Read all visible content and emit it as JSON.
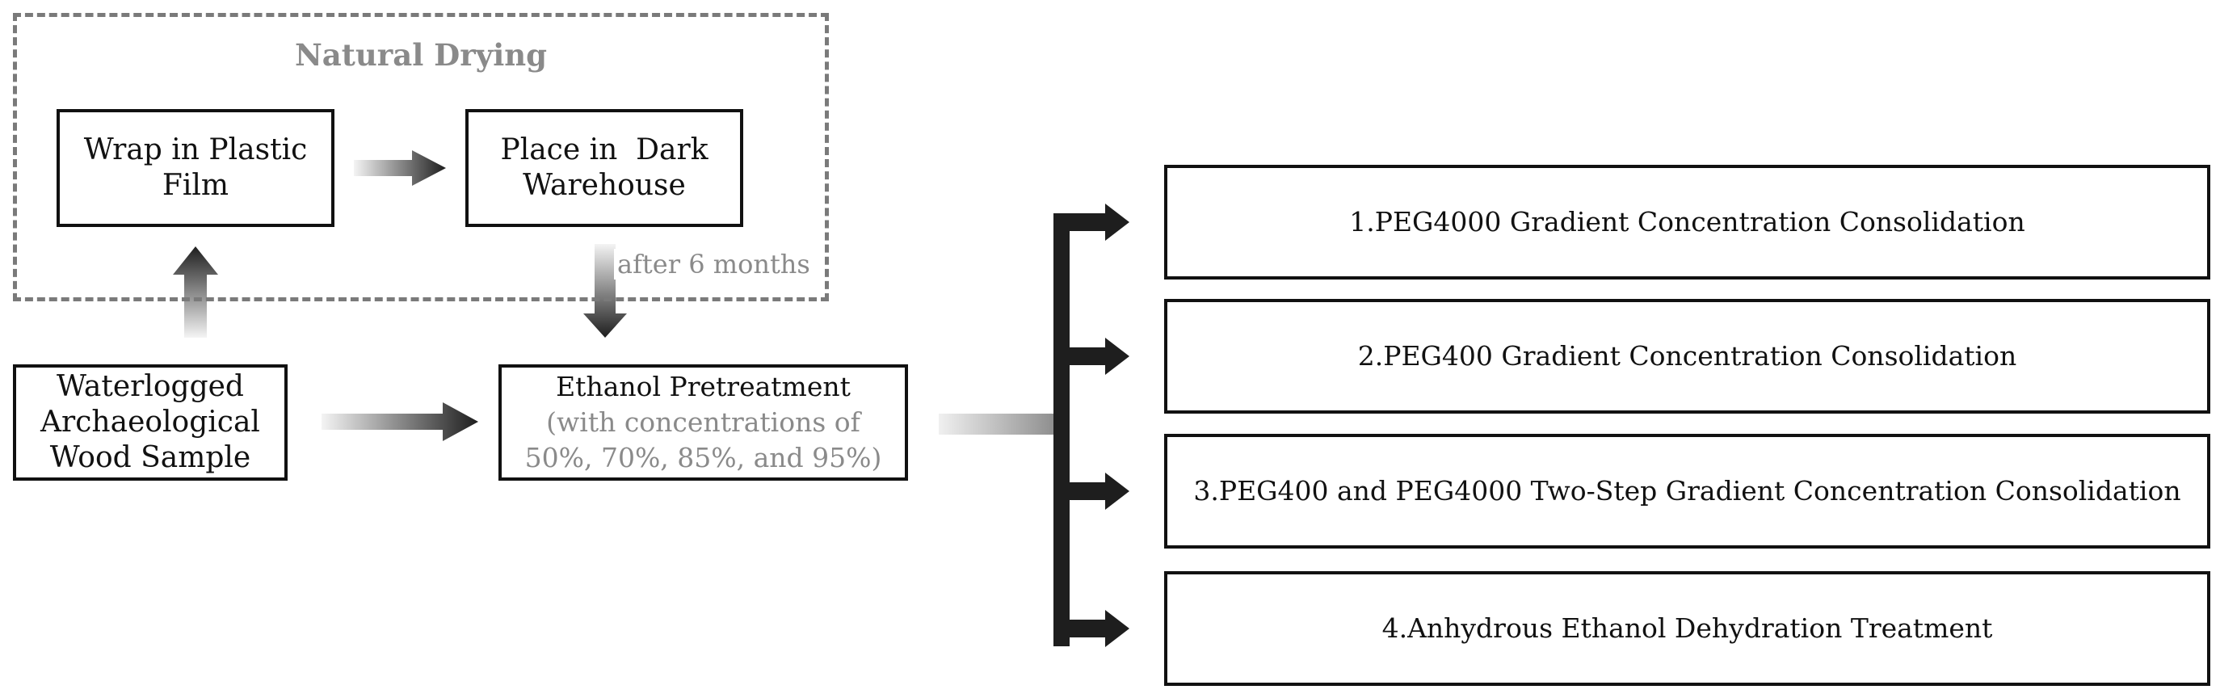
{
  "group": {
    "title": "Natural Drying"
  },
  "boxes": {
    "wrap": [
      "Wrap in Plastic",
      "Film"
    ],
    "place": [
      "Place in  Dark",
      "Warehouse"
    ],
    "sample": [
      "Waterlogged",
      "Archaeological",
      "Wood Sample"
    ],
    "ethanol": {
      "title": "Ethanol Pretreatment",
      "detail": [
        "(with concentrations of",
        "50%, 70%, 85%, and 95%)"
      ]
    }
  },
  "after_label": "after 6 months",
  "outcomes": [
    "1.PEG4000 Gradient Concentration Consolidation",
    "2.PEG400 Gradient Concentration Consolidation",
    "3.PEG400 and PEG4000 Two-Step Gradient Concentration Consolidation",
    "4.Anhydrous Ethanol Dehydration Treatment"
  ],
  "colors": {
    "arrow_dark": "#222222",
    "arrow_light": "#f0f0f0",
    "border_dashed": "#7a7a7a",
    "muted_text": "#8a8a8a"
  }
}
